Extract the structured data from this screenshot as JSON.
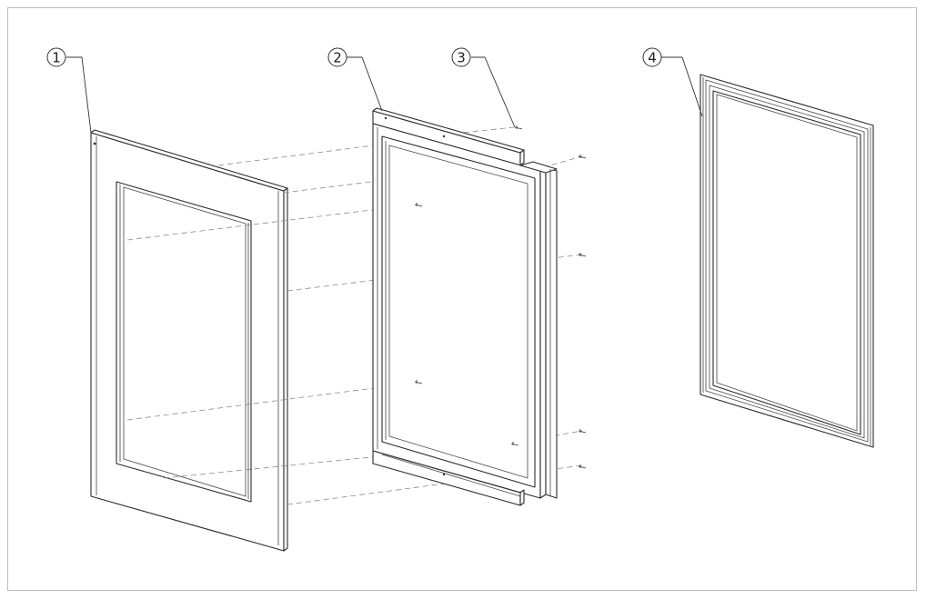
{
  "callouts": [
    {
      "id": "callout-1",
      "text": "1"
    },
    {
      "id": "callout-2",
      "text": "2"
    },
    {
      "id": "callout-3",
      "text": "3"
    },
    {
      "id": "callout-4",
      "text": "4"
    }
  ]
}
